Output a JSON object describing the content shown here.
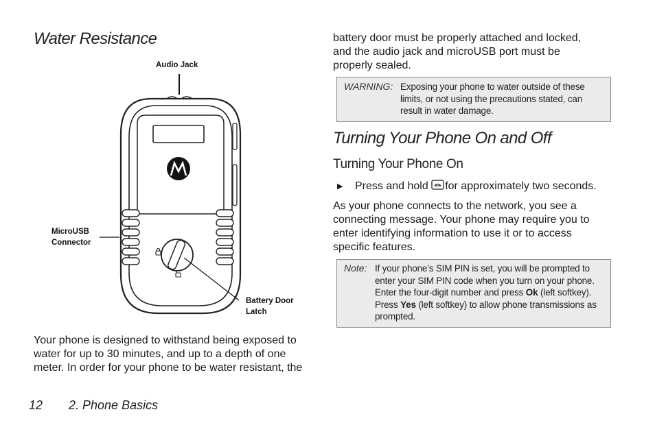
{
  "left": {
    "title": "Water Resistance",
    "diagram": {
      "label_audio_jack": "Audio Jack",
      "label_microusb_1": "MicroUSB",
      "label_microusb_2": "Connector",
      "label_battery_1": "Battery Door",
      "label_battery_2": "Latch"
    },
    "para_lines": [
      "Your phone is designed to withstand being exposed to",
      "water for up to 30 minutes, and up to a depth of one",
      "meter. In order for your phone to be water resistant, the"
    ]
  },
  "right": {
    "para1_lines": [
      "battery door must be properly attached and locked,",
      "and the audio jack and microUSB port must be",
      "properly sealed."
    ],
    "warning": {
      "label": "WARNING:",
      "lines": [
        "Exposing your phone to water outside of these",
        "limits, or not using the precautions stated, can",
        "result in water damage."
      ]
    },
    "section_title": "Turning Your Phone On and Off",
    "subsection_title": "Turning Your Phone On",
    "bullet_before": "Press and hold",
    "bullet_after": "for approximately two seconds.",
    "para2_lines": [
      "As your phone connects to the network, you see a",
      "connecting message. Your phone may require you to",
      "enter identifying information to use it or to access",
      "specific features."
    ],
    "note": {
      "label": "Note:",
      "line1": "If your phone’s SIM PIN is set, you will be prompted to",
      "line2": "enter your SIM PIN code when you turn on your phone.",
      "line3_before": "Enter the four-digit number and press",
      "line3_bold": "Ok",
      "line3_after": "(left softkey).",
      "line4_before": "Press",
      "line4_bold": "Yes",
      "line4_after": "(left softkey) to allow phone transmissions as",
      "line5": "prompted."
    }
  },
  "footer": {
    "page_number": "12",
    "section": "2. Phone Basics"
  }
}
